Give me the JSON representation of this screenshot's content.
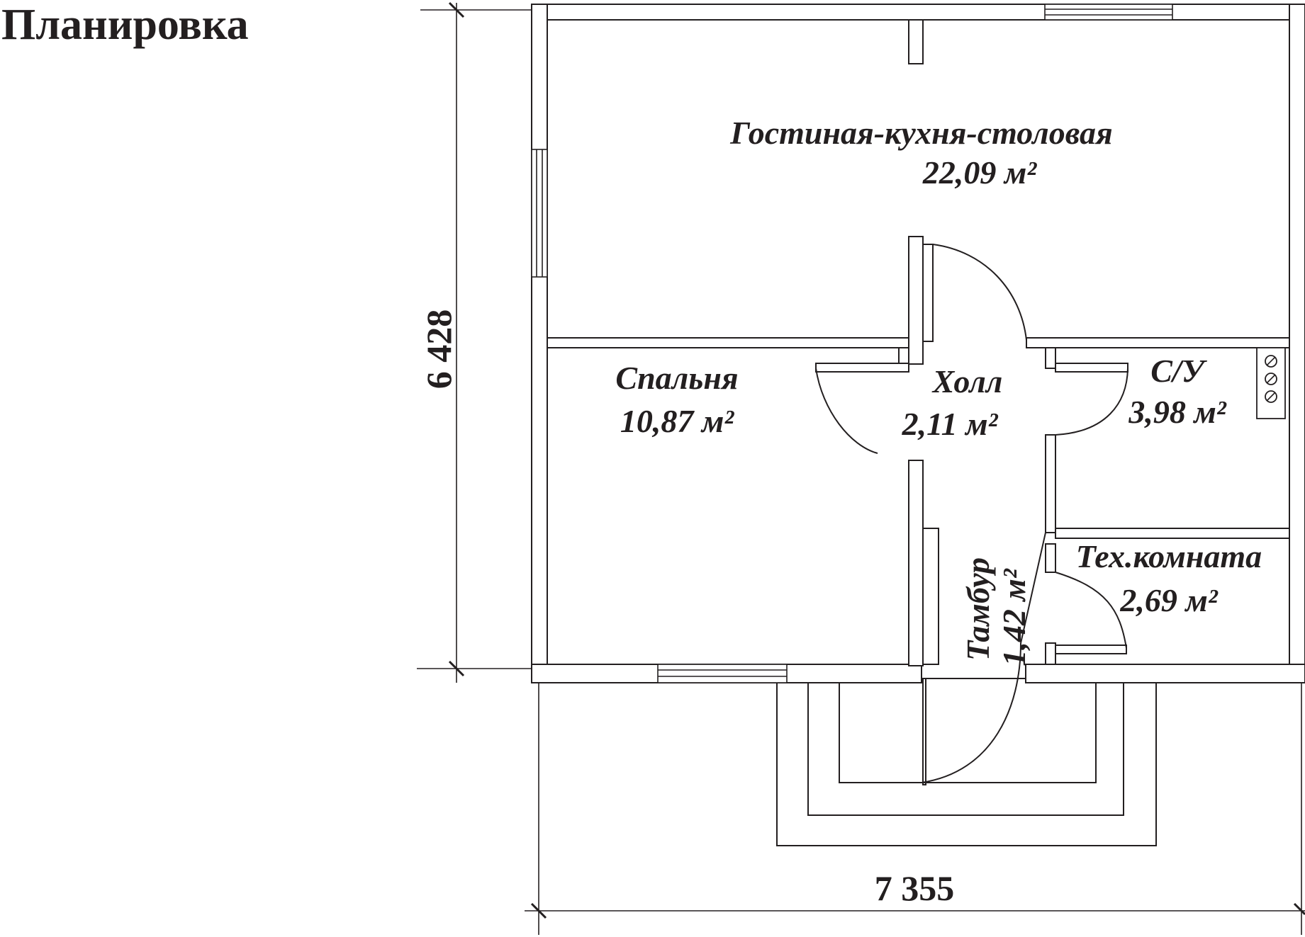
{
  "title": "Планировка",
  "rooms": {
    "living": {
      "name": "Гостиная-кухня-столовая",
      "area": "22,09 м²"
    },
    "bedroom": {
      "name": "Спальня",
      "area": "10,87 м²"
    },
    "hall": {
      "name": "Холл",
      "area": "2,11 м²"
    },
    "bathroom": {
      "name": "С/У",
      "area": "3,98 м²"
    },
    "tech_room": {
      "name": "Тех.комната",
      "area": "2,69 м²"
    },
    "vestibule": {
      "name": "Тамбур",
      "area": "1,42 м²"
    }
  },
  "dimensions": {
    "height": "6 428",
    "width": "7 355"
  }
}
